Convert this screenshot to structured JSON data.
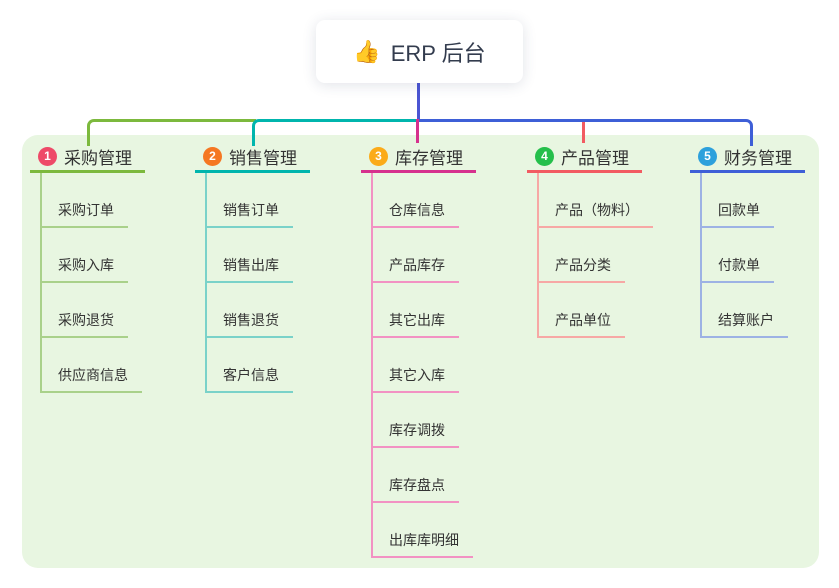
{
  "root": {
    "icon": "👍",
    "label": "ERP 后台"
  },
  "branches": [
    {
      "num": "1",
      "title": "采购管理",
      "badge_color": "#ee4a68",
      "line_color": "#7cb93d",
      "child_line_color": "#a9d18a",
      "items": [
        "采购订单",
        "采购入库",
        "采购退货",
        "供应商信息"
      ]
    },
    {
      "num": "2",
      "title": "销售管理",
      "badge_color": "#f57722",
      "line_color": "#00b5ad",
      "child_line_color": "#7ad2c9",
      "items": [
        "销售订单",
        "销售出库",
        "销售退货",
        "客户信息"
      ]
    },
    {
      "num": "3",
      "title": "库存管理",
      "badge_color": "#fbab19",
      "line_color": "#d6318e",
      "child_line_color": "#f292c3",
      "items": [
        "仓库信息",
        "产品库存",
        "其它出库",
        "其它入库",
        "库存调拨",
        "库存盘点",
        "出库库明细"
      ]
    },
    {
      "num": "4",
      "title": "产品管理",
      "badge_color": "#25bf4b",
      "line_color": "#f25b62",
      "child_line_color": "#f7a8a5",
      "items": [
        "产品（物料）",
        "产品分类",
        "产品单位"
      ]
    },
    {
      "num": "5",
      "title": "财务管理",
      "badge_color": "#2da0dc",
      "line_color": "#3e5fd7",
      "child_line_color": "#9db2e4",
      "items": [
        "回款单",
        "付款单",
        "结算账户"
      ]
    }
  ],
  "colors": {
    "panel_bg": "#e8f6e1",
    "root_line": "#4b55d3",
    "text": "#333333"
  }
}
